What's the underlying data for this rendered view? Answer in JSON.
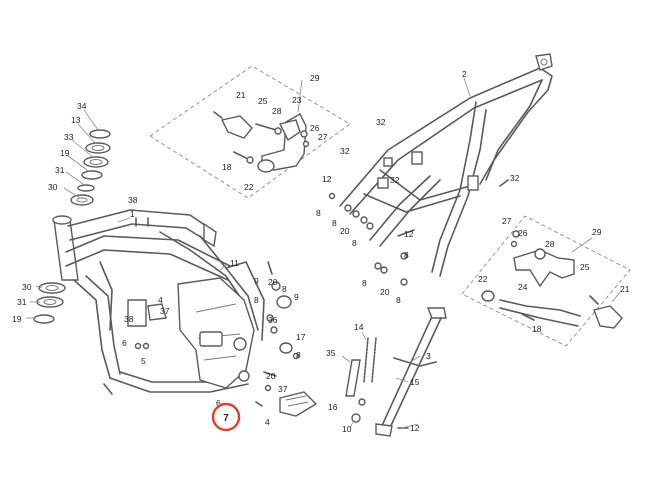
{
  "colors": {
    "line": "#5a5a5a",
    "highlight": "#e0402a",
    "text": "#222222"
  },
  "highlight": "7",
  "callouts": [
    {
      "id": "c34",
      "text": "34"
    },
    {
      "id": "c13",
      "text": "13"
    },
    {
      "id": "c33",
      "text": "33"
    },
    {
      "id": "c19a",
      "text": "19"
    },
    {
      "id": "c31a",
      "text": "31"
    },
    {
      "id": "c30a",
      "text": "30"
    },
    {
      "id": "c38a",
      "text": "38"
    },
    {
      "id": "c1",
      "text": "1"
    },
    {
      "id": "c11",
      "text": "11"
    },
    {
      "id": "c30b",
      "text": "30"
    },
    {
      "id": "c31b",
      "text": "31"
    },
    {
      "id": "c19b",
      "text": "19"
    },
    {
      "id": "c38b",
      "text": "38"
    },
    {
      "id": "c4a",
      "text": "4"
    },
    {
      "id": "c37a",
      "text": "37"
    },
    {
      "id": "c6a",
      "text": "6"
    },
    {
      "id": "c5",
      "text": "5"
    },
    {
      "id": "c9a",
      "text": "9"
    },
    {
      "id": "c8a",
      "text": "8"
    },
    {
      "id": "c20a",
      "text": "20"
    },
    {
      "id": "c8b",
      "text": "8"
    },
    {
      "id": "c9b",
      "text": "9"
    },
    {
      "id": "c36",
      "text": "36"
    },
    {
      "id": "c17",
      "text": "17"
    },
    {
      "id": "c8c",
      "text": "8"
    },
    {
      "id": "c20b",
      "text": "20"
    },
    {
      "id": "c37b",
      "text": "37"
    },
    {
      "id": "c6b",
      "text": "6"
    },
    {
      "id": "c4b",
      "text": "4"
    },
    {
      "id": "c21a",
      "text": "21"
    },
    {
      "id": "c25a",
      "text": "25"
    },
    {
      "id": "c28a",
      "text": "28"
    },
    {
      "id": "c29a",
      "text": "29"
    },
    {
      "id": "c23",
      "text": "23"
    },
    {
      "id": "c26a",
      "text": "26"
    },
    {
      "id": "c27a",
      "text": "27"
    },
    {
      "id": "c18a",
      "text": "18"
    },
    {
      "id": "c22a",
      "text": "22"
    },
    {
      "id": "c2",
      "text": "2"
    },
    {
      "id": "c32a",
      "text": "32"
    },
    {
      "id": "c32b",
      "text": "32"
    },
    {
      "id": "c32c",
      "text": "32"
    },
    {
      "id": "c32d",
      "text": "32"
    },
    {
      "id": "c12a",
      "text": "12"
    },
    {
      "id": "c8d",
      "text": "8"
    },
    {
      "id": "c8e",
      "text": "8"
    },
    {
      "id": "c20c",
      "text": "20"
    },
    {
      "id": "c8f",
      "text": "8"
    },
    {
      "id": "c12b",
      "text": "12"
    },
    {
      "id": "c8g",
      "text": "8"
    },
    {
      "id": "c20d",
      "text": "20"
    },
    {
      "id": "c8h",
      "text": "8"
    },
    {
      "id": "c27b",
      "text": "27"
    },
    {
      "id": "c26b",
      "text": "26"
    },
    {
      "id": "c29b",
      "text": "29"
    },
    {
      "id": "c28b",
      "text": "28"
    },
    {
      "id": "c25b",
      "text": "25"
    },
    {
      "id": "c22b",
      "text": "22"
    },
    {
      "id": "c24",
      "text": "24"
    },
    {
      "id": "c21b",
      "text": "21"
    },
    {
      "id": "c18b",
      "text": "18"
    },
    {
      "id": "c14",
      "text": "14"
    },
    {
      "id": "c35",
      "text": "35"
    },
    {
      "id": "c3",
      "text": "3"
    },
    {
      "id": "c15",
      "text": "15"
    },
    {
      "id": "c16",
      "text": "16"
    },
    {
      "id": "c10",
      "text": "10"
    },
    {
      "id": "c12c",
      "text": "12"
    }
  ]
}
